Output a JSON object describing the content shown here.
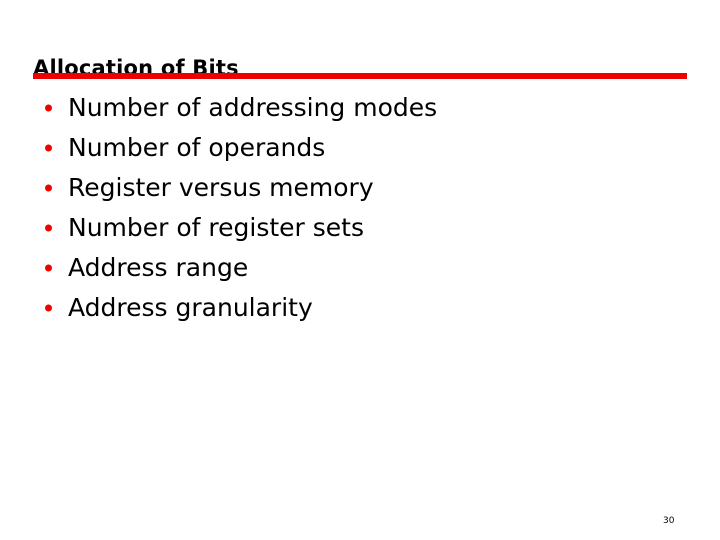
{
  "slide": {
    "title": "Allocation of Bits",
    "accent_color": "#ee0000",
    "text_color": "#000000",
    "background_color": "#ffffff",
    "bullets": [
      {
        "text": "Number of addressing modes"
      },
      {
        "text": "Number of operands"
      },
      {
        "text": "Register versus memory"
      },
      {
        "text": "Number of register sets"
      },
      {
        "text": "Address range"
      },
      {
        "text": "Address granularity"
      }
    ],
    "page_number": "30"
  }
}
